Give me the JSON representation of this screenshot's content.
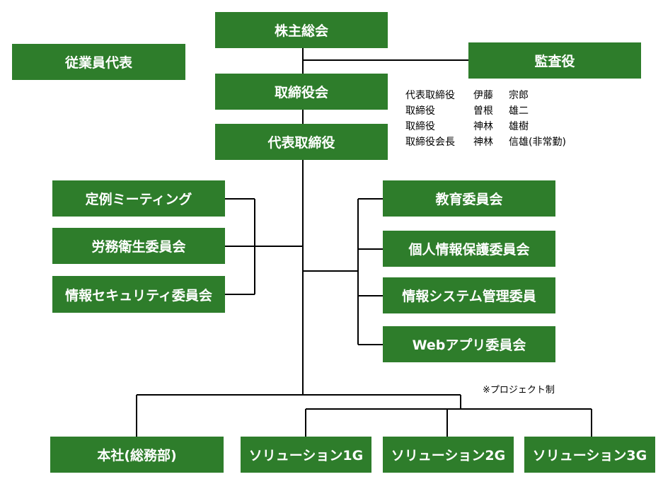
{
  "boxes": {
    "shareholders": "株主総会",
    "employee_rep": "従業員代表",
    "auditor": "監査役",
    "board": "取締役会",
    "ceo": "代表取締役",
    "regular_meeting": "定例ミーティング",
    "labor_committee": "労務衛生委員会",
    "infosec_committee": "情報セキュリティ委員会",
    "education_committee": "教育委員会",
    "privacy_committee": "個人情報保護委員会",
    "is_management": "情報システム管理委員",
    "webapp_committee": "Webアプリ委員会",
    "head_office": "本社(総務部)",
    "solution_1g": "ソリューション1G",
    "solution_2g": "ソリューション2G",
    "solution_3g": "ソリューション3G"
  },
  "officers": [
    {
      "role": "代表取締役",
      "family": "伊藤",
      "given": "宗郎"
    },
    {
      "role": "取締役",
      "family": "曽根",
      "given": "雄二"
    },
    {
      "role": "取締役",
      "family": "神林",
      "given": "雄樹"
    },
    {
      "role": "取締役会長",
      "family": "神林",
      "given": "信雄(非常勤)"
    }
  ],
  "note": "※プロジェクト制",
  "colors": {
    "box_fill": "#2e7d2b",
    "box_text": "#ffffff",
    "line": "#000000"
  }
}
